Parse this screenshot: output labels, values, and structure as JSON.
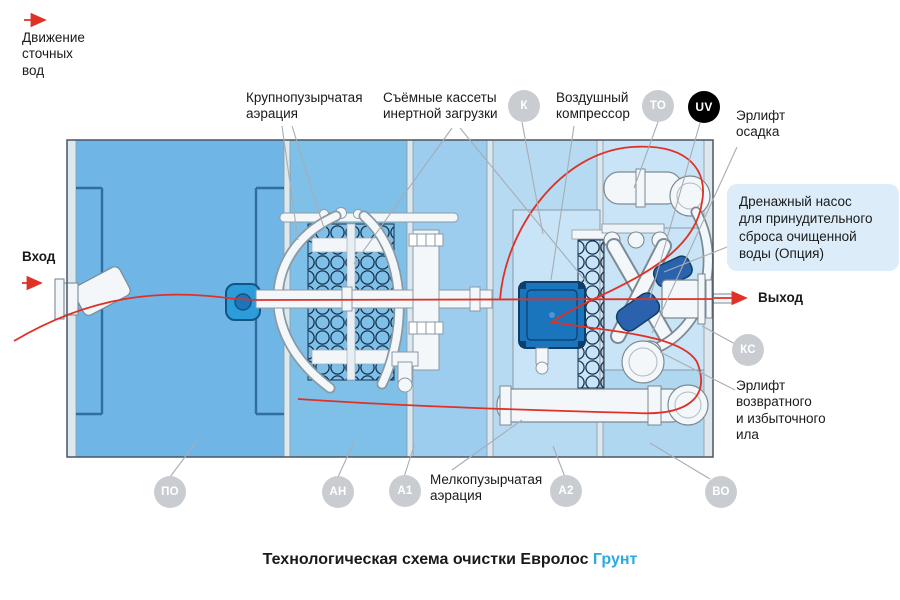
{
  "legend": {
    "flow_note": "Движение\nсточных\nвод"
  },
  "io": {
    "inlet": "Вход",
    "outlet": "Выход"
  },
  "callouts": {
    "coarse_aeration": "Крупнопузырчатая\nаэрация",
    "cassettes": "Съёмные кассеты\nинертной загрузки",
    "compressor": "Воздушный\nкомпрессор",
    "sludge_airlift": "Эрлифт\nосадка",
    "drain_pump": "Дренажный насос\nдля принудительного\nсброса очищенной\nводы (Опция)",
    "return_airlift": "Эрлифт\nвозвратного\nи избыточного\nила",
    "fine_aeration": "Мелкопузырчатая\nаэрация"
  },
  "badges": {
    "k": "К",
    "to": "ТО",
    "uv": "UV",
    "ks": "КС",
    "po": "ПО",
    "an": "АН",
    "a1": "А1",
    "a2": "А2",
    "vo": "ВО"
  },
  "caption": {
    "main": "Технологическая схема очистки Евролос",
    "accent": "Грунт"
  },
  "colors": {
    "accent": "#29ABE2",
    "flow_red": "#E03127",
    "badge_gray": "#C9CDD2",
    "badge_black": "#000000",
    "note_bg": "#DCEDF9",
    "chamber_po": "#6FB5E6",
    "chamber_an": "#7EC0E8",
    "chamber_a1": "#9CCCEE",
    "chamber_a2": "#B5DAF2",
    "chamber_vo": "#C8E4F6",
    "chamber_vo_bottom": "#AFD7F0",
    "compartment": "#C9E4F6",
    "wall": "#DDE7EE",
    "wall_edge": "#8A9AA5",
    "unit_blue": "#1B75BC",
    "unit_dark": "#0D3E6B",
    "pump_blue": "#2B62AE",
    "elbow_blue": "#2D9CDB",
    "pipe_white": "#F4F7FA",
    "outline_gray": "#7C8A94",
    "leader": "#A7ADB3",
    "cassette_stroke": "#16324F",
    "tank_outline": "#4A5560"
  }
}
